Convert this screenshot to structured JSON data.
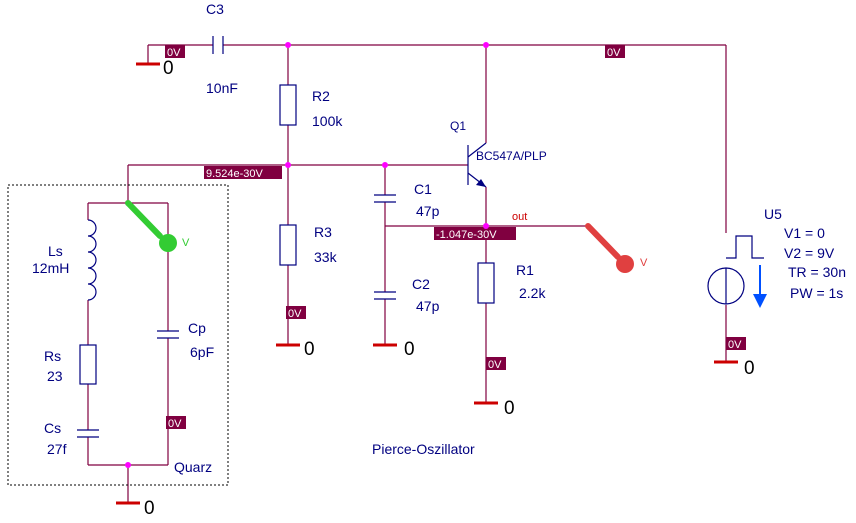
{
  "caption": "Pierce-Oszillator",
  "crystal_box_label": "Quarz",
  "net_label_out": "out",
  "components": {
    "C3": {
      "ref": "C3",
      "value": "10nF"
    },
    "R2": {
      "ref": "R2",
      "value": "100k"
    },
    "R3": {
      "ref": "R3",
      "value": "33k"
    },
    "C1": {
      "ref": "C1",
      "value": "47p"
    },
    "C2": {
      "ref": "C2",
      "value": "47p"
    },
    "R1": {
      "ref": "R1",
      "value": "2.2k"
    },
    "Q1": {
      "ref": "Q1",
      "value": "BC547A/PLP"
    },
    "Ls": {
      "ref": "Ls",
      "value": "12mH"
    },
    "Rs": {
      "ref": "Rs",
      "value": "23"
    },
    "Cs": {
      "ref": "Cs",
      "value": "27f"
    },
    "Cp": {
      "ref": "Cp",
      "value": "6pF"
    },
    "U5": {
      "ref": "U5",
      "params": [
        "V1 = 0",
        "V2 = 9V",
        "TR = 30n",
        "PW = 1s"
      ]
    }
  },
  "bias_labels": {
    "c3_left": "0V",
    "top_rail": "0V",
    "base_node": "9.524e-30V",
    "emitter_node": "-1.047e-30V",
    "r3_bottom": "0V",
    "r1_bottom": "0V",
    "u5_bottom": "0V",
    "cp_bottom": "0V"
  },
  "ground_label": "0",
  "probes": {
    "green": {
      "label": "V",
      "color": "#33cc33"
    },
    "red": {
      "label": "V",
      "color": "#e04040"
    }
  }
}
